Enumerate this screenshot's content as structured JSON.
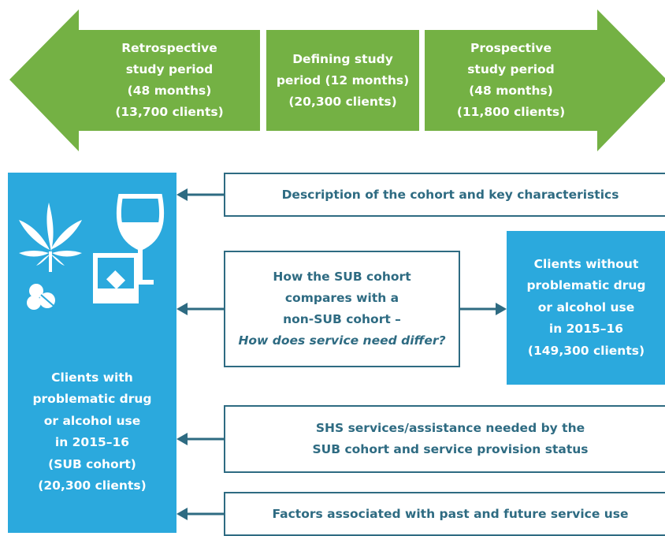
{
  "colors": {
    "green": "#74b144",
    "blue": "#2ba9dd",
    "teal": "#2e6b82",
    "white": "#ffffff"
  },
  "timeline": {
    "retrospective": [
      "Retrospective",
      "study period",
      "(48 months)",
      "(13,700 clients)"
    ],
    "defining": [
      "Defining study",
      "period (12 months)",
      "(20,300 clients)"
    ],
    "prospective": [
      "Prospective",
      "study period",
      "(48 months)",
      "(11,800 clients)"
    ]
  },
  "sub_cohort": {
    "lines": [
      "Clients with",
      "problematic drug",
      "or alcohol use",
      "in 2015–16",
      "(SUB cohort)",
      "(20,300 clients)"
    ],
    "icons": [
      "cannabis-leaf-icon",
      "wine-glass-icon",
      "whisky-glass-icon",
      "pills-icon"
    ]
  },
  "analysis_boxes": {
    "description": "Description of the cohort and key characteristics",
    "comparison": [
      "How the SUB cohort",
      "compares with a",
      "non-SUB cohort –"
    ],
    "comparison_question": "How does service need differ?",
    "services": [
      "SHS services/assistance needed by the",
      "SUB cohort and service provision status"
    ],
    "factors": "Factors associated with past and future service use"
  },
  "non_sub_cohort": {
    "lines": [
      "Clients without",
      "problematic drug",
      "or alcohol use",
      "in 2015–16",
      "(149,300 clients)"
    ]
  }
}
